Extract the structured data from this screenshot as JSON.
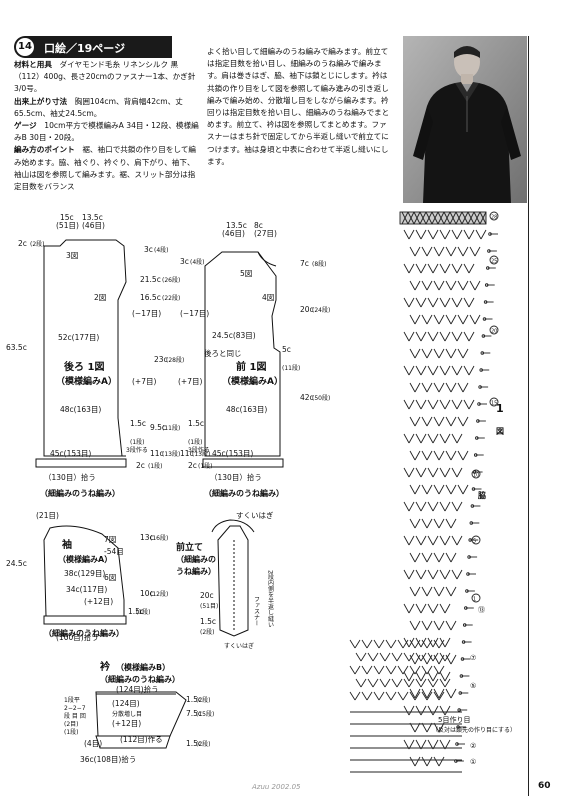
{
  "header": {
    "number": "14",
    "title": "口絵／19ページ"
  },
  "materials": {
    "label": "材料と用具",
    "text": "ダイヤモンド毛糸 リネンシルク 黒（112）400g、長さ20cmのファスナー1本、かぎ針3/0号。"
  },
  "finished_size": {
    "label": "出来上がり寸法",
    "text": "胸囲104cm、背肩幅42cm、丈65.5cm、袖丈24.5cm。"
  },
  "gauge": {
    "label": "ゲージ",
    "text": "10cm平方で模様編みA 34目・12段、模様編みB 30目・20段。"
  },
  "method": {
    "label": "編み方のポイント",
    "text": "裾、袖口で共鎖の作り目をして編み始めます。脇、袖ぐり、衿ぐり、肩下がり、袖下、袖山は図を参照して編みます。裾、スリット部分は指定目数をバランス"
  },
  "text_col2": "よく拾い目して細編みのうね編みで編みます。前立ては指定目数を拾い目し、細編みのうね編みで編みます。肩は巻きはぎ、脇、袖下は鎖とじにします。衿は共鎖の作り目をして図を参照して編み進みの引き返し編みで編み始め、分散増し目をしながら編みます。衿回りは指定目数を拾い目し、細編みのうね編みでまとめます。前立て、衿は図を参照してまとめます。ファスナーはまち針で固定してから半返し縫いで前立てにつけます。袖は身頃と中表に合わせて半返し縫いにします。",
  "back": {
    "name": "後ろ",
    "no": "1図",
    "pattern": "（模様編みA）",
    "top_widths": [
      "15c",
      "13.5c",
      "(51目)",
      "(46目)"
    ],
    "neck": [
      "2c",
      "(2段)"
    ],
    "shoulder": [
      "3c",
      "(4段)"
    ],
    "armhole": [
      "21.5c",
      "(26段)",
      "16.5c",
      "(22段)"
    ],
    "left_h": "63.5c",
    "chest": "52c(177目)",
    "waist": "48c(163目)",
    "hem": "45c(153目)",
    "slit": [
      "1.5c",
      "(1段)",
      "11c",
      "(13段)"
    ],
    "rib": "（130目）拾う",
    "rib_label": "（細編みのうね編み）",
    "incr": "(+7目)",
    "dec": "(−17目)",
    "side": [
      "23c",
      "(28段)",
      "9.5c",
      "(11段)"
    ],
    "markers": [
      "3図",
      "2図"
    ],
    "side_neck": [
      "2c",
      "(1段)",
      "3段",
      "作る"
    ]
  },
  "front": {
    "name": "前",
    "no": "1図",
    "pattern": "（模様編みA）",
    "top_widths": [
      "13.5c",
      "8c",
      "(46目)",
      "(27目)"
    ],
    "neck": [
      "7c",
      "(8段)"
    ],
    "shoulder": [
      "3c",
      "(4段)"
    ],
    "armhole": [
      "20c",
      "(24段)"
    ],
    "same_back": "後ろと同じ",
    "chest": "24.5c(83目)",
    "waist": "48c(163目)",
    "hem": "45c(153目)",
    "slit_labels": [
      "1.5c",
      "(1段)",
      "11c",
      "(13段)",
      "3段作る",
      "2c",
      "(1段)"
    ],
    "rib": "（130目）拾う",
    "rib_label": "（細編みのうね編み）",
    "incr": "(+7目)",
    "dec": "(−17目)",
    "markers": [
      "5図",
      "4図"
    ],
    "right_side": [
      "42c",
      "(50段)",
      "5c",
      "(11段)"
    ]
  },
  "sleeve": {
    "name": "袖",
    "pattern": "（模様編みA）",
    "width_top": "(21目)",
    "height": "24.5c",
    "cap": "-54目",
    "markers": [
      "7図",
      "6図"
    ],
    "width": "38c(129目)",
    "bottom": "34c(117目)",
    "rib": "(100目)拾う",
    "rib_label": "（細編みのうね編み）",
    "incr": "(+12目)",
    "cap_h": [
      "13c",
      "(16段)",
      "10c",
      "(12段)",
      "1.5c",
      "(1段)"
    ]
  },
  "placket": {
    "title": "前立て",
    "sub": "（細編みの",
    "sub2": "うね編み）",
    "label_top": "すくいはぎ",
    "zipper": "ファスナー",
    "stitch": "2段内側を半返し縫い",
    "width": "20c",
    "rows": "(51目)",
    "w2": "1.5c",
    "w2b": "(2段)",
    "bottom_label": "すくいはぎ"
  },
  "collar": {
    "title": "衿",
    "pattern1": "（模様編みB）",
    "pattern2": "（細編みのうね編み）",
    "top": "(124目)拾う",
    "left_notes": [
      "1段平",
      "2−2−7",
      "段 目 回",
      "(2目)",
      "(1段)"
    ],
    "mid": [
      "(124目)",
      "分散増し目",
      "(+12目)"
    ],
    "right": [
      "1.5c",
      "(2段)",
      "7.5c",
      "(15段)",
      "1.5c",
      "(2段)"
    ],
    "bottom": "(4目)",
    "bottom2": "(112目)作る",
    "width": "36c(108目)拾う"
  },
  "chart": {
    "figure_no": "1図",
    "side_label": "脇",
    "row_numbers": [
      "28",
      "25",
      "20",
      "15",
      "10",
      "5",
      "1"
    ],
    "bottom_rows": [
      "5",
      "1"
    ],
    "bottom_note_1": "5目作り目",
    "bottom_note_2": "（反対は鎖先の作り目にする）"
  },
  "footer": "Azuu 2002.05",
  "page_number": "60"
}
